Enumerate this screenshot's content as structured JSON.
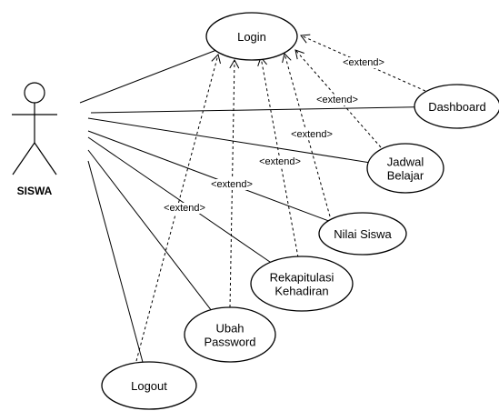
{
  "actor": {
    "name": "SISWA"
  },
  "use_cases": [
    {
      "id": "login",
      "lines": [
        "Login"
      ]
    },
    {
      "id": "dashboard",
      "lines": [
        "Dashboard"
      ]
    },
    {
      "id": "jadwal-belajar",
      "lines": [
        "Jadwal",
        "Belajar"
      ]
    },
    {
      "id": "nilai-siswa",
      "lines": [
        "Nilai Siswa"
      ]
    },
    {
      "id": "rekapitulasi-kehadiran",
      "lines": [
        "Rekapitulasi",
        "Kehadiran"
      ]
    },
    {
      "id": "ubah-password",
      "lines": [
        "Ubah",
        "Password"
      ]
    },
    {
      "id": "logout",
      "lines": [
        "Logout"
      ]
    }
  ],
  "associations": [
    {
      "from": "actor",
      "to": "login"
    },
    {
      "from": "actor",
      "to": "dashboard"
    },
    {
      "from": "actor",
      "to": "jadwal-belajar"
    },
    {
      "from": "actor",
      "to": "nilai-siswa"
    },
    {
      "from": "actor",
      "to": "rekapitulasi-kehadiran"
    },
    {
      "from": "actor",
      "to": "ubah-password"
    },
    {
      "from": "actor",
      "to": "logout"
    }
  ],
  "extends": [
    {
      "from": "dashboard",
      "to": "login",
      "label": "<extend>"
    },
    {
      "from": "jadwal-belajar",
      "to": "login",
      "label": "<extend>"
    },
    {
      "from": "nilai-siswa",
      "to": "login",
      "label": "<extend>"
    },
    {
      "from": "rekapitulasi-kehadiran",
      "to": "login",
      "label": "<extend>"
    },
    {
      "from": "ubah-password",
      "to": "login",
      "label": "<extend>"
    },
    {
      "from": "logout",
      "to": "login",
      "label": "<extend>"
    }
  ]
}
